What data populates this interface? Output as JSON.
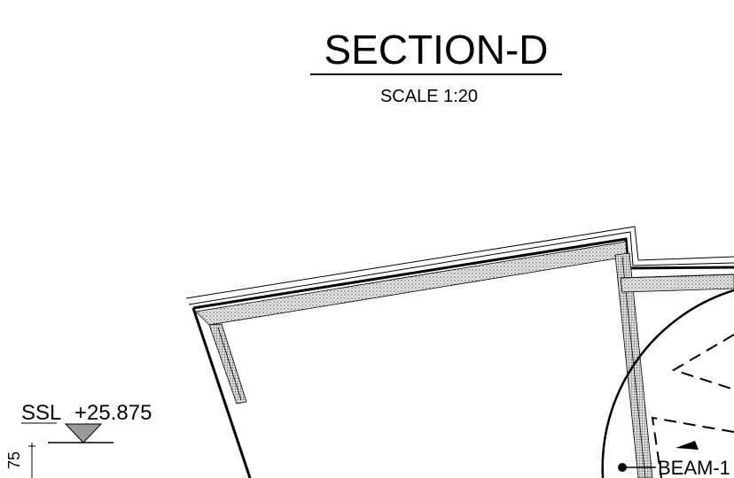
{
  "drawing": {
    "title": "SECTION-D",
    "scale": "SCALE 1:20",
    "level_marker": {
      "prefix": "SSL",
      "value": "+25.875"
    },
    "dimension_label": "75",
    "beam_label": "BEAM-1"
  },
  "colors": {
    "line": "#000000",
    "finish_hatch": "#9a9a9a",
    "background": "#ffffff"
  }
}
